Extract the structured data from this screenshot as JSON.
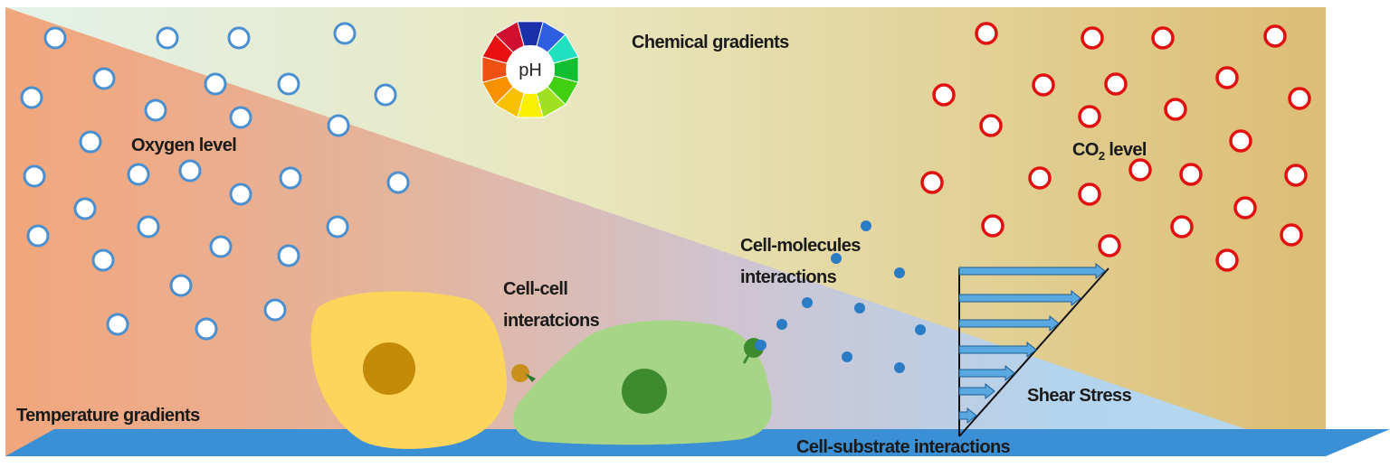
{
  "labels": {
    "chemical": "Chemical gradients",
    "oxygen": "Oxygen level",
    "co2_prefix": "CO",
    "co2_sub": "2",
    "co2_suffix": " level",
    "cell_cell_1": "Cell-cell",
    "cell_cell_2": "interatcions",
    "cell_mol_1": "Cell-molecules",
    "cell_mol_2": "interactions",
    "temperature": "Temperature gradients",
    "shear": "Shear Stress",
    "substrate": "Cell-substrate interactions",
    "ph": "pH"
  },
  "colors": {
    "oxygen_stroke": "#4a8fd0",
    "co2_stroke": "#e01010",
    "molecule": "#2a7cc4",
    "substrate": "#3b8fd4",
    "yellow_cell": "#fcd55a",
    "yellow_nucleus": "#c48a08",
    "green_cell": "#a6d585",
    "green_nucleus": "#3e8a2e",
    "arrow": "#5aa8e0",
    "ph_wheel": [
      "#1a2fa8",
      "#2f5fe0",
      "#20e0c0",
      "#10c030",
      "#40d010",
      "#a0e020",
      "#f8f000",
      "#f8c000",
      "#f89000",
      "#f05010",
      "#e81010",
      "#d01030"
    ]
  }
}
